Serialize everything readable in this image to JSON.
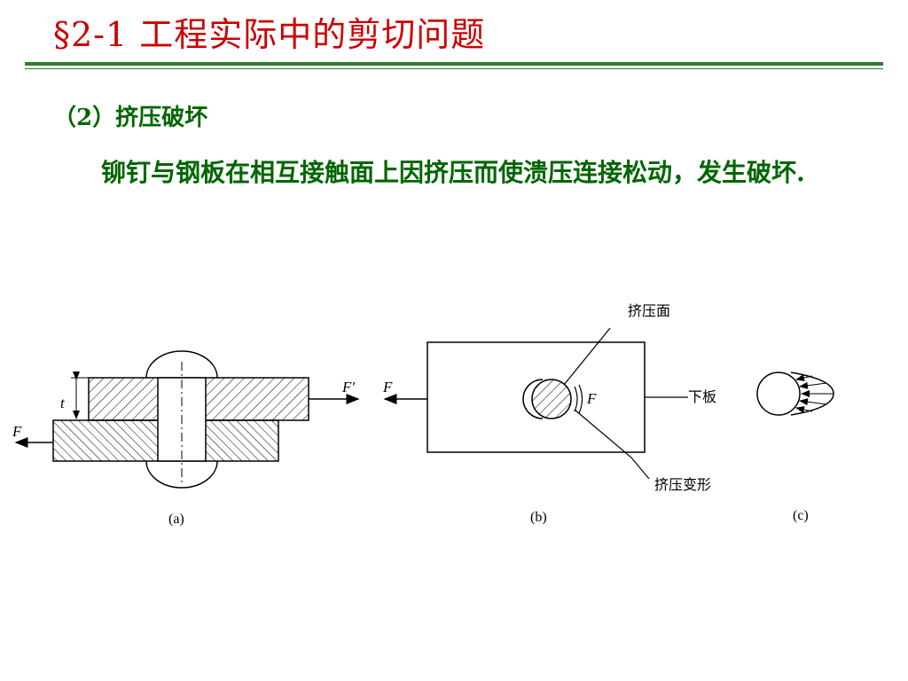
{
  "slide": {
    "title": "§2-1 工程实际中的剪切问题",
    "heading": "（2）挤压破坏",
    "paragraph": "铆钉与钢板在相互接触面上因挤压而使溃压连接松动，发生破坏."
  },
  "figure": {
    "a": {
      "caption": "(a)",
      "t": "t",
      "F_left": "F",
      "F_right": "F′"
    },
    "b": {
      "caption": "(b)",
      "F_left": "F",
      "F_inner": "F",
      "label_face": "挤压面",
      "label_plate": "下板",
      "label_deform": "挤压变形"
    },
    "c": {
      "caption": "(c)"
    }
  },
  "colors": {
    "title": "#cc0000",
    "text": "#006600",
    "rule": "#2f7d2f"
  }
}
